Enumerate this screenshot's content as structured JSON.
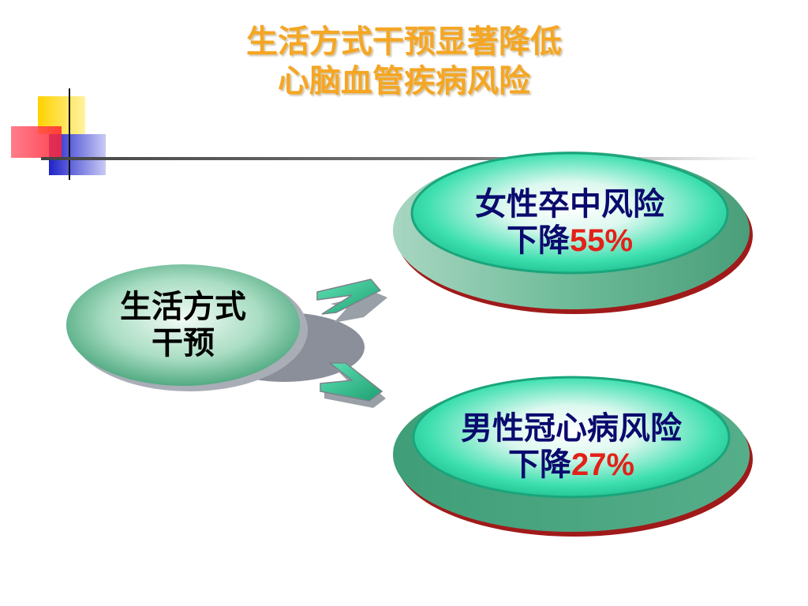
{
  "title": {
    "line1": "生活方式干预显著降低",
    "line2": "心脑血管疾病风险"
  },
  "center_node": {
    "line1": "生活方式",
    "line2": "干预"
  },
  "outcomes": [
    {
      "line1": "女性卒中风险",
      "line2_prefix": "下降",
      "value": "55%"
    },
    {
      "line1": "男性冠心病风险",
      "line2_prefix": "下降",
      "value": "27%"
    }
  ],
  "colors": {
    "title": "#F5A623",
    "label_text": "#0A0A6E",
    "percent": "#E32119",
    "ellipse_green": "#3FB98A",
    "ellipse_rim_red": "#A01A1A",
    "decor_yellow": "#FFD200",
    "decor_red": "#FF3344",
    "decor_blue": "#2B2FD0"
  }
}
